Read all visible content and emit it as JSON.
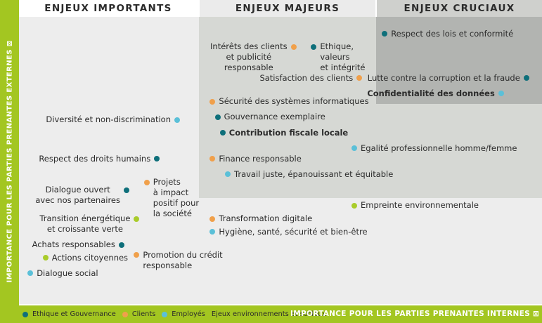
{
  "colors": {
    "ethique_gouvernance": "#0e6f7a",
    "clients": "#f0a04b",
    "employes": "#5bc0d8",
    "environnement_social": "#a9cc2a",
    "axis_bar": "#a3c621",
    "zone_importants": "#ededed",
    "zone_majeurs": "#d6d8d4",
    "zone_cruciaux": "#b2b4b1"
  },
  "zones": {
    "importants": "ENJEUX IMPORTANTS",
    "majeurs": "ENJEUX MAJEURS",
    "cruciaux": "ENJEUX CRUCIAUX"
  },
  "axes": {
    "y_label": "IMPORTANCE POUR LES PARTIES PRENANTES EXTERNES ⊠",
    "x_label": "IMPORTANCE POUR LES PARTIES PRENANTES INTERNES ⊠"
  },
  "legend": [
    {
      "label": "Ethique et Gouvernance",
      "category": "ethique_gouvernance"
    },
    {
      "label": "Clients",
      "category": "clients"
    },
    {
      "label": "Employés",
      "category": "employes"
    },
    {
      "label": "Ejeux environnements et sociaux",
      "category": "none"
    }
  ],
  "chart_data": {
    "type": "scatter",
    "title": "",
    "xlabel": "IMPORTANCE POUR LES PARTIES PRENANTES INTERNES ⊠",
    "ylabel": "IMPORTANCE POUR LES PARTIES PRENANTES EXTERNES ⊠",
    "xlim": [
      0,
      100
    ],
    "ylim": [
      0,
      100
    ],
    "grid": false,
    "legend_position": "bottom",
    "points": [
      {
        "label": "Intérêts des clients\net publicité\nresponsable",
        "category": "clients",
        "x": 53,
        "y": 92,
        "label_side": "left"
      },
      {
        "label": "Ethique,\nvaleurs\net intégrité",
        "category": "ethique_gouvernance",
        "x": 57,
        "y": 92,
        "label_side": "right"
      },
      {
        "label": "Respect des lois et conformité",
        "category": "ethique_gouvernance",
        "x": 71,
        "y": 97,
        "label_side": "right"
      },
      {
        "label": "Satisfaction des clients",
        "category": "clients",
        "x": 66,
        "y": 80,
        "label_side": "left"
      },
      {
        "label": "Lutte contre la corruption et la fraude",
        "category": "ethique_gouvernance",
        "x": 99,
        "y": 80,
        "label_side": "left"
      },
      {
        "label": "Confidentialité des données",
        "category": "employes",
        "x": 94,
        "y": 74,
        "label_side": "left",
        "bold": true
      },
      {
        "label": "Sécurité des systèmes informatiques",
        "category": "clients",
        "x": 37,
        "y": 71,
        "label_side": "right"
      },
      {
        "label": "Gouvernance exemplaire",
        "category": "ethique_gouvernance",
        "x": 38,
        "y": 65,
        "label_side": "right"
      },
      {
        "label": "Contribution fiscale locale",
        "category": "ethique_gouvernance",
        "x": 39,
        "y": 59,
        "label_side": "right",
        "bold": true
      },
      {
        "label": "Diversité et non-discrimination",
        "category": "employes",
        "x": 30,
        "y": 64,
        "label_side": "left"
      },
      {
        "label": "Egalité professionnelle homme/femme",
        "category": "employes",
        "x": 65,
        "y": 53,
        "label_side": "right"
      },
      {
        "label": "Respect des droits humains",
        "category": "ethique_gouvernance",
        "x": 26,
        "y": 49,
        "label_side": "left"
      },
      {
        "label": "Finance responsable",
        "category": "clients",
        "x": 37,
        "y": 49,
        "label_side": "right"
      },
      {
        "label": "Travail juste, épanouissant et équitable",
        "category": "employes",
        "x": 40,
        "y": 43,
        "label_side": "right"
      },
      {
        "label": "Dialogue ouvert\navec nos partenaires",
        "category": "ethique_gouvernance",
        "x": 20,
        "y": 37,
        "label_side": "left"
      },
      {
        "label": "Projets\nà impact\npositif pour\nla société",
        "category": "clients",
        "x": 24,
        "y": 40,
        "label_side": "right"
      },
      {
        "label": "Empreinte environnementale",
        "category": "environnement_social",
        "x": 65,
        "y": 31,
        "label_side": "right"
      },
      {
        "label": "Transition énergétique\net croissante verte",
        "category": "environnement_social",
        "x": 22,
        "y": 26,
        "label_side": "left"
      },
      {
        "label": "Transformation digitale",
        "category": "clients",
        "x": 37,
        "y": 26,
        "label_side": "right"
      },
      {
        "label": "Hygiène, santé, sécurité et bien-être",
        "category": "employes",
        "x": 37,
        "y": 21,
        "label_side": "right"
      },
      {
        "label": "Achats responsables",
        "category": "ethique_gouvernance",
        "x": 19,
        "y": 16,
        "label_side": "left"
      },
      {
        "label": "Actions citoyennes",
        "category": "environnement_social",
        "x": 4,
        "y": 11,
        "label_side": "right"
      },
      {
        "label": "Promotion du crédit\nresponsable",
        "category": "clients",
        "x": 22,
        "y": 12,
        "label_side": "right"
      },
      {
        "label": "Dialogue social",
        "category": "employes",
        "x": 1,
        "y": 5,
        "label_side": "right"
      }
    ]
  }
}
